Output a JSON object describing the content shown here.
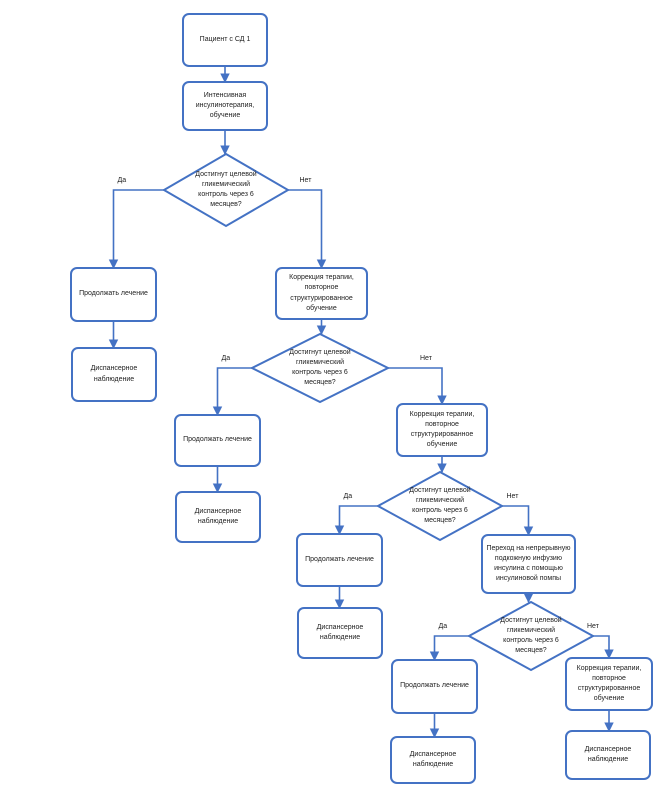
{
  "diagram": {
    "nodes": {
      "n1": "Пациент с СД 1",
      "n2": "Интенсивная инсулинотерапия, обучение",
      "d1": "Достигнут целевой гликемический контроль через 6 месяцев?",
      "n3": "Продолжать лечение",
      "n4": "Диспансерное наблюдение",
      "n5": "Коррекция терапии, повторное структурированное обучение",
      "d2": "Достигнут целевой гликемический контроль через 6 месяцев?",
      "n6": "Продолжать лечение",
      "n7": "Диспансерное наблюдение",
      "n8": "Коррекция терапии, повторное структурированное обучение",
      "d3": "Достигнут целевой гликемический контроль через 6 месяцев?",
      "n9": "Продолжать лечение",
      "n10": "Диспансерное наблюдение",
      "n11": "Переход на непрерывную подкожную инфузию инсулина с помощью инсулиновой помпы",
      "d4": "Достигнут целевой гликемический контроль через 6 месяцев?",
      "n12": "Продолжать лечение",
      "n13": "Диспансерное наблюдение",
      "n14": "Коррекция терапии, повторное структурированное обучение",
      "n15": "Диспансерное наблюдение"
    },
    "labels": {
      "yes": "Да",
      "no": "Нет"
    },
    "colors": {
      "stroke": "#4472c4",
      "fill": "#ffffff"
    }
  }
}
